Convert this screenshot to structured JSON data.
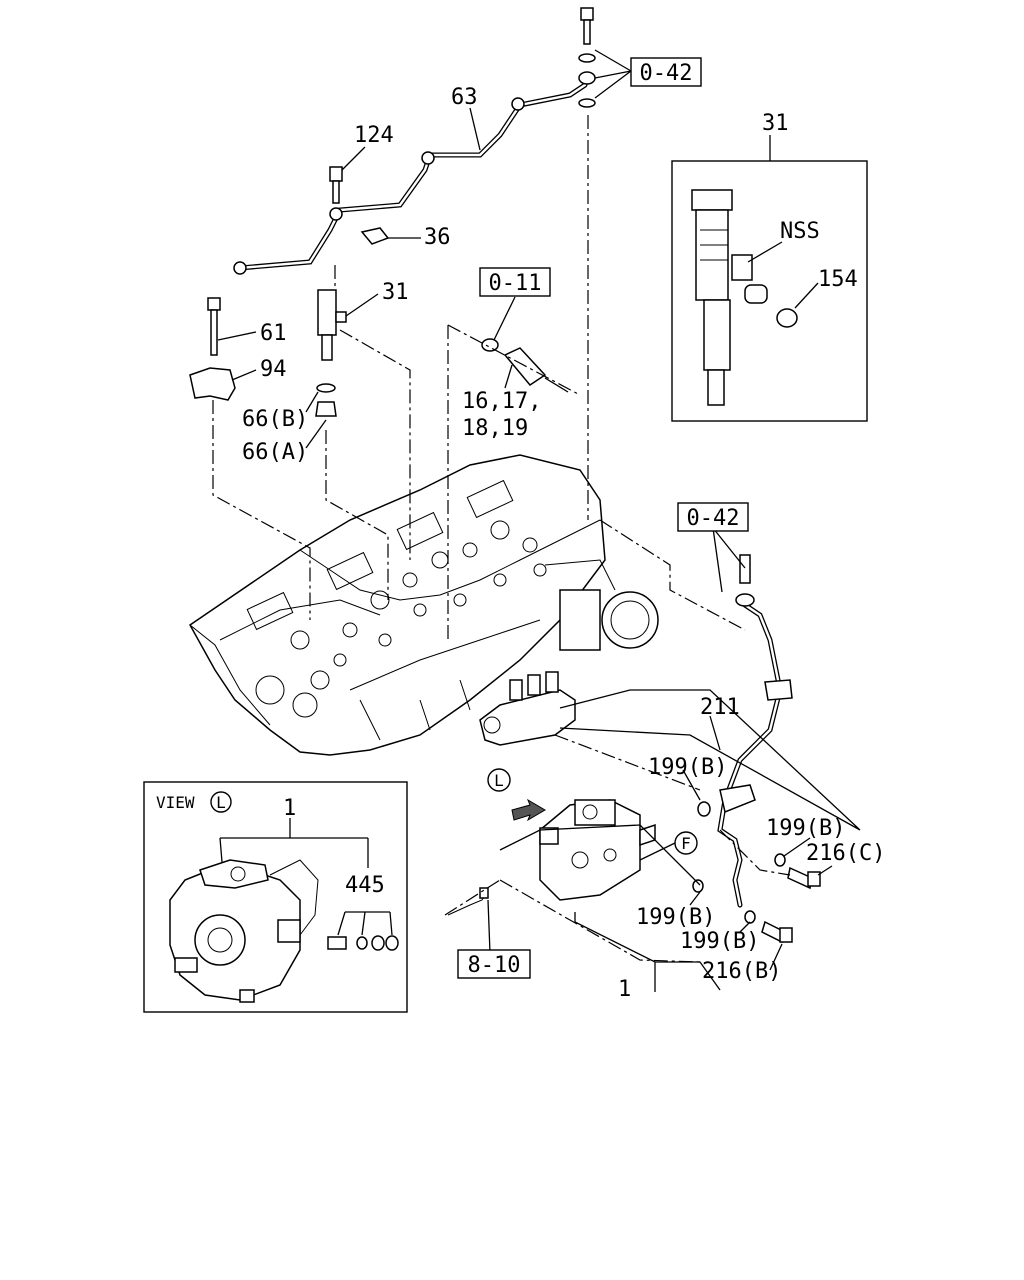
{
  "labels": {
    "l_0_42_top": "0-42",
    "l_63": "63",
    "l_124": "124",
    "l_36": "36",
    "l_31_main": "31",
    "l_61": "61",
    "l_94": "94",
    "l_66b": "66(B)",
    "l_66a": "66(A)",
    "l_0_11": "0-11",
    "l_16_17": "16,17,",
    "l_18_19": "18,19",
    "l_31_inset": "31",
    "l_nss": "NSS",
    "l_154": "154",
    "l_0_42_right": "0-42",
    "l_211": "211",
    "l_199b_1": "199(B)",
    "l_199b_2": "199(B)",
    "l_216c": "216(C)",
    "l_view": "VIEW",
    "l_view_L": "L",
    "l_1_view": "1",
    "l_445": "445",
    "l_L_circle": "L",
    "l_F_circle": "F",
    "l_199b_3": "199(B)",
    "l_199b_4": "199(B)",
    "l_216b": "216(B)",
    "l_1_bottom": "1",
    "l_8_10": "8-10"
  }
}
